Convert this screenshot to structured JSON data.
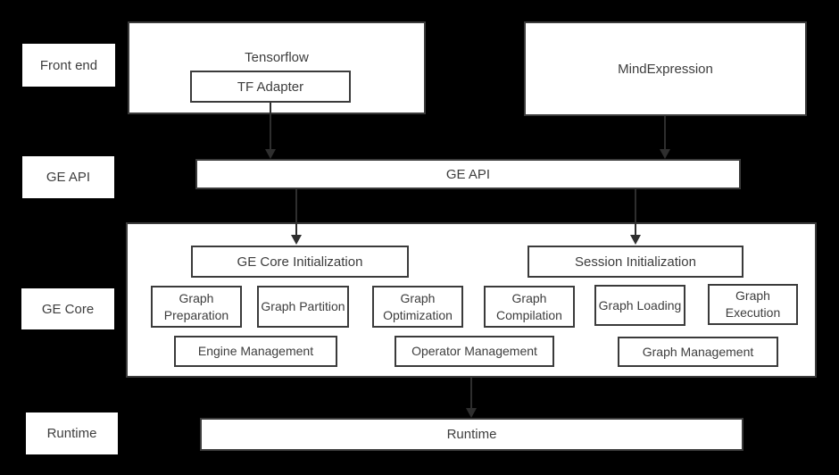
{
  "colors": {
    "background": "#000000",
    "box_fill": "#ffffff",
    "border": "#3b3b3b",
    "text": "#3d3d3d",
    "arrow": "#2e2e2e"
  },
  "row_labels": {
    "front_end": "Front end",
    "ge_api": "GE API",
    "ge_core": "GE Core",
    "runtime": "Runtime"
  },
  "front_end": {
    "tensorflow_title": "Tensorflow",
    "tf_adapter": "TF Adapter",
    "mind_expression": "MindExpression"
  },
  "ge_api": {
    "label": "GE API"
  },
  "ge_core": {
    "ge_core_initialization": "GE Core Initialization",
    "session_initialization": "Session Initialization",
    "modules": [
      "Graph Preparation",
      "Graph Partition",
      "Graph Optimization",
      "Graph Compilation",
      "Graph Loading",
      "Graph Execution"
    ],
    "management": [
      "Engine Management",
      "Operator Management",
      "Graph Management"
    ]
  },
  "runtime": {
    "label": "Runtime"
  }
}
